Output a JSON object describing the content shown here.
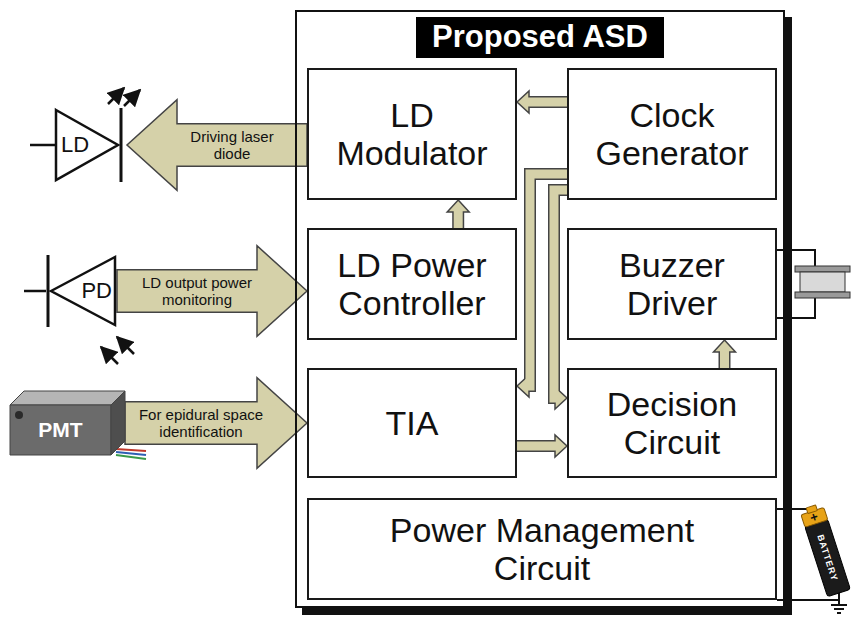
{
  "diagram": {
    "nodes": [
      {
        "text": [
          "Proposed ASD"
        ]
      },
      {
        "text": [
          "LD Modulator"
        ],
        "in": 0
      },
      {
        "text": [
          "Clock Generator"
        ],
        "in": 0
      },
      {
        "text": [
          "LD Power Controller"
        ],
        "in": 0
      },
      {
        "text": [
          "Buzzer Driver"
        ],
        "in": 0
      },
      {
        "text": [
          "TIA"
        ],
        "in": 0
      },
      {
        "text": [
          "Decision Circuit"
        ],
        "in": 0
      },
      {
        "text": [
          "Power Management Circuit"
        ],
        "in": 0
      },
      {
        "text": [
          "LD"
        ]
      },
      {
        "text": [
          "PD"
        ]
      },
      {
        "text": [
          "PMT"
        ]
      }
    ],
    "edges": [
      {
        "from": 1,
        "to": 8,
        "arrow": "to",
        "label": "Driving laser diode"
      },
      {
        "from": 9,
        "to": 3,
        "arrow": "to",
        "label": "LD output power monitoring"
      },
      {
        "from": 10,
        "to": 5,
        "arrow": "to",
        "label": "For epidural space identification"
      },
      {
        "from": 2,
        "to": 1,
        "arrow": "to"
      },
      {
        "from": 3,
        "to": 1,
        "arrow": "to"
      },
      {
        "from": 2,
        "to": 5,
        "arrow": "to"
      },
      {
        "from": 2,
        "to": 6,
        "arrow": "to"
      },
      {
        "from": 5,
        "to": 6,
        "arrow": "to"
      },
      {
        "from": 6,
        "to": 4,
        "arrow": "to"
      }
    ],
    "labels": [
      "+",
      "BATTERY"
    ]
  }
}
